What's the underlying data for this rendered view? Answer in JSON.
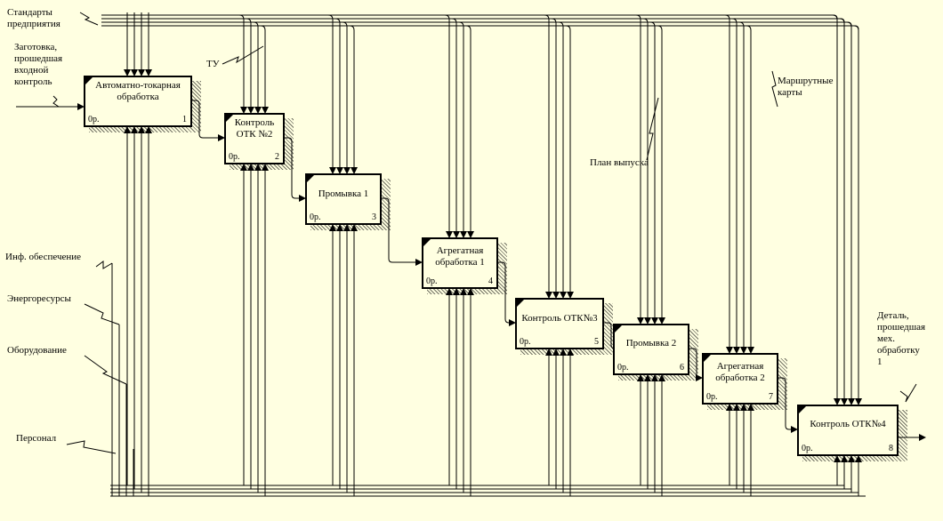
{
  "boxes": [
    {
      "name": "Автоматно-токарная\nобработка",
      "cost": "0р.",
      "num": "1"
    },
    {
      "name": "Контроль\nОТК №2",
      "cost": "0р.",
      "num": "2"
    },
    {
      "name": "Промывка 1",
      "cost": "0р.",
      "num": "3"
    },
    {
      "name": "Агрегатная\nобработка 1",
      "cost": "0р.",
      "num": "4"
    },
    {
      "name": "Контроль ОТК№3",
      "cost": "0р.",
      "num": "5"
    },
    {
      "name": "Промывка 2",
      "cost": "0р.",
      "num": "6"
    },
    {
      "name": "Агрегатная\nобработка 2",
      "cost": "0р.",
      "num": "7"
    },
    {
      "name": "Контроль ОТК№4",
      "cost": "0р.",
      "num": "8"
    }
  ],
  "labels": {
    "standards": "Стандарты\nпредприятия",
    "input": "Заготовка,\nпрошедшая\nвходной\nконтроль",
    "tu": "ТУ",
    "routes": "Маршрутные\nкарты",
    "plan": "План выпуска",
    "info": "Инф. обеспечение",
    "energy": "Энергоресурсы",
    "equipment": "Оборудование",
    "personnel": "Персонал",
    "output": "Деталь,\nпрошедшая\nмех.\nобработку\n1"
  }
}
